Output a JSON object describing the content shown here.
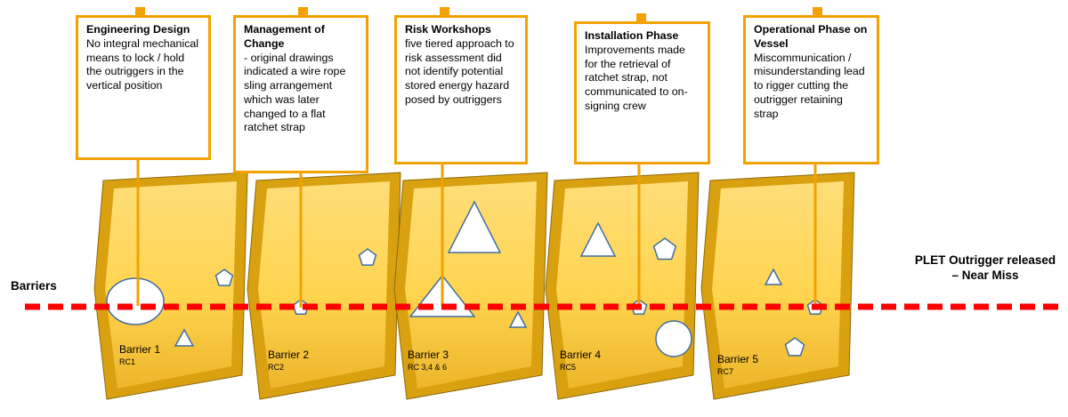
{
  "diagram": {
    "left_label": "Barriers",
    "right_label": "PLET Outrigger released – Near Miss"
  },
  "callouts": [
    {
      "title": "Engineering Design",
      "body": "No integral mechanical means to lock / hold the outriggers in the vertical position"
    },
    {
      "title": "Management of Change",
      "body": "- original drawings indicated a wire rope sling arrangement which was later changed to a flat ratchet strap"
    },
    {
      "title": "Risk Workshops",
      "body": "five tiered approach to risk assessment did not identify potential stored energy hazard posed by outriggers"
    },
    {
      "title": "Installation Phase",
      "body": "Improvements made for the retrieval of ratchet strap, not communicated to on-signing crew"
    },
    {
      "title": "Operational Phase on Vessel",
      "body": "Miscommunication / misunderstanding lead to rigger cutting the outrigger retaining strap"
    }
  ],
  "barriers": [
    {
      "label": "Barrier 1",
      "code": "RC1"
    },
    {
      "label": "Barrier 2",
      "code": "RC2"
    },
    {
      "label": "Barrier 3",
      "code": "RC 3,4 & 6"
    },
    {
      "label": "Barrier 4",
      "code": "RC5"
    },
    {
      "label": "Barrier 5",
      "code": "RC7"
    }
  ],
  "colors": {
    "callout_border": "#F2A200",
    "connector": "#F2A200",
    "slice_fill": "#FFD75A",
    "slice_edge": "#D9A010",
    "hole_outline": "#3F6FA0",
    "hazard_line": "#FF0000",
    "text": "#000000"
  }
}
